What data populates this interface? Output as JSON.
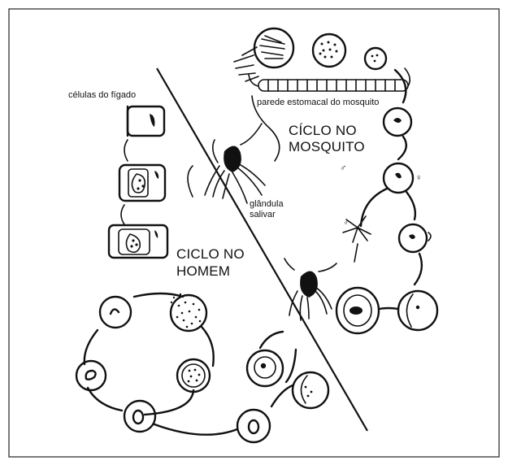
{
  "labels": {
    "liver_cells": "células do fígado",
    "stomach_wall": "parede estomacal do mosquito",
    "mosquito_cycle_line1": "CÍCLO NO",
    "mosquito_cycle_line2": "MOSQUITO",
    "human_cycle_line1": "CICLO NO",
    "human_cycle_line2": "HOMEM",
    "salivary_line1": "glândula",
    "salivary_line2": "salivar"
  },
  "symbols": {
    "male": "♂",
    "female": "♀"
  },
  "colors": {
    "ink": "#111111",
    "background": "#ffffff",
    "frame": "#222222"
  }
}
